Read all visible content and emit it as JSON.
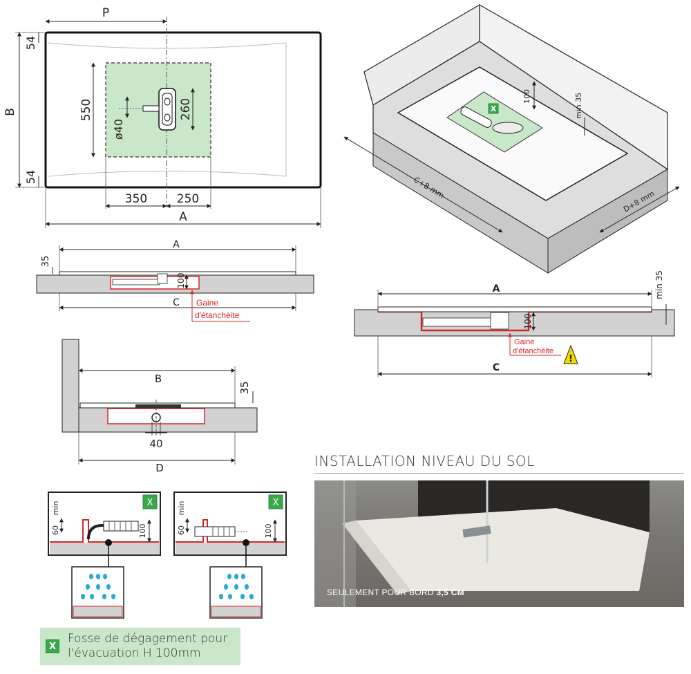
{
  "top_view": {
    "label_p": "P",
    "label_b": "B",
    "label_a": "A",
    "dim_54_top": "54",
    "dim_54_bottom": "54",
    "dim_550": "550",
    "dim_260": "260",
    "dim_o40": "ø40",
    "dim_350": "350",
    "dim_250": "250"
  },
  "iso_view": {
    "badge": "X",
    "dim_100": "100",
    "dim_min35": "min 35",
    "dim_c": "C+8 mm",
    "dim_d": "D+8 mm"
  },
  "section_left": {
    "label_a": "A",
    "label_c": "C",
    "dim_35": "35",
    "dim_100": "100",
    "gaine_line1": "Gaine",
    "gaine_line2": "d'étanchéite"
  },
  "section_right": {
    "label_a": "A",
    "label_c": "C",
    "dim_min35": "min 35",
    "dim_100": "100",
    "gaine_line1": "Gaine",
    "gaine_line2": "d'étanchéite"
  },
  "section_side": {
    "label_b": "B",
    "label_d": "D",
    "dim_35": "35",
    "dim_40": "40"
  },
  "detail_left": {
    "badge": "X",
    "dim_min": "min",
    "dim_60": "60",
    "dim_100": "100"
  },
  "detail_right": {
    "badge": "X",
    "dim_min": "min",
    "dim_60": "60",
    "dim_100": "100"
  },
  "installation": {
    "title": "INSTALLATION NIVEAU DU SOL",
    "caption_prefix": "SEULEMENT POUR BORD",
    "caption_bold": "3,5 CM"
  },
  "legend": {
    "badge": "X",
    "line1": "Fosse de dégagement pour",
    "line2": "l'évacuation H 100mm"
  },
  "colors": {
    "green_zone": "#c9e7c9",
    "green_badge": "#3aa84a",
    "red_liner": "#d7262b",
    "gray_floor": "#d2d2d2",
    "water_blue": "#2aa8d8"
  }
}
